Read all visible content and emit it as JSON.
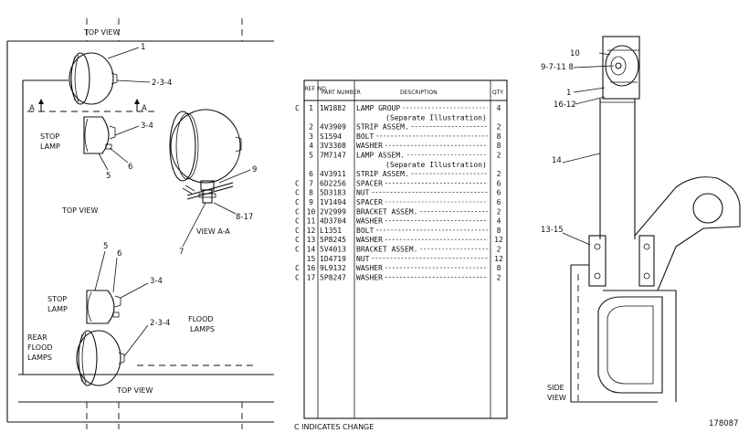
{
  "left_panel": {
    "labels": {
      "top_view_1": "TOP VIEW",
      "top_view_2": "TOP VIEW",
      "top_view_3": "TOP VIEW",
      "stop_lamp_1_line1": "STOP",
      "stop_lamp_1_line2": "LAMP",
      "stop_lamp_2_line1": "STOP",
      "stop_lamp_2_line2": "LAMP",
      "rear_flood_line1": "REAR",
      "rear_flood_line2": "FLOOD",
      "rear_flood_line3": "LAMPS",
      "flood_lamps_line1": "FLOOD",
      "flood_lamps_line2": "LAMPS",
      "view_aa": "VIEW A-A",
      "section_a_left": "A",
      "section_a_right": "A"
    },
    "callouts": {
      "c1": "1",
      "c234_top": "2-3-4",
      "c34_top": "3-4",
      "c5_top": "5",
      "c6_top": "6",
      "c9": "9",
      "c817": "8-17",
      "c7": "7",
      "c5_bot": "5",
      "c6_bot": "6",
      "c34_bot": "3-4",
      "c234_bot": "2-3-4"
    }
  },
  "parts_table": {
    "headers": {
      "ref": "REF. NO.",
      "part": "PART NUMBER",
      "desc": "DESCRIPTION",
      "qty": "QTY"
    },
    "rows": [
      {
        "c": "C",
        "ref": "1",
        "part": "1W1882",
        "desc": "LAMP GROUP",
        "qty": "4"
      },
      {
        "c": "",
        "ref": "",
        "part": "",
        "desc": "(Separate Illustration)",
        "qty": ""
      },
      {
        "c": "",
        "ref": "2",
        "part": "4V3909",
        "desc": "STRIP ASSEM.",
        "qty": "2"
      },
      {
        "c": "",
        "ref": "3",
        "part": "S1594",
        "desc": "BOLT",
        "qty": "8"
      },
      {
        "c": "",
        "ref": "4",
        "part": "3V3308",
        "desc": "WASHER",
        "qty": "8"
      },
      {
        "c": "",
        "ref": "5",
        "part": "7M7147",
        "desc": "LAMP ASSEM.",
        "qty": "2"
      },
      {
        "c": "",
        "ref": "",
        "part": "",
        "desc": "(Separate Illustration)",
        "qty": ""
      },
      {
        "c": "",
        "ref": "6",
        "part": "4V3911",
        "desc": "STRIP ASSEM.",
        "qty": "2"
      },
      {
        "c": "C",
        "ref": "7",
        "part": "6D2256",
        "desc": "SPACER",
        "qty": "6"
      },
      {
        "c": "C",
        "ref": "8",
        "part": "5D3183",
        "desc": "NUT",
        "qty": "6"
      },
      {
        "c": "C",
        "ref": "9",
        "part": "1V1494",
        "desc": "SPACER",
        "qty": "6"
      },
      {
        "c": "C",
        "ref": "10",
        "part": "2V2999",
        "desc": "BRACKET ASSEM.",
        "qty": "2"
      },
      {
        "c": "C",
        "ref": "11",
        "part": "4D3704",
        "desc": "WASHER",
        "qty": "4"
      },
      {
        "c": "C",
        "ref": "12",
        "part": "L1351",
        "desc": "BOLT",
        "qty": "8"
      },
      {
        "c": "C",
        "ref": "13",
        "part": "5P8245",
        "desc": "WASHER",
        "qty": "12"
      },
      {
        "c": "C",
        "ref": "14",
        "part": "5V4013",
        "desc": "BRACKET ASSEM.",
        "qty": "2"
      },
      {
        "c": "",
        "ref": "15",
        "part": "1D4719",
        "desc": "NUT",
        "qty": "12"
      },
      {
        "c": "C",
        "ref": "16",
        "part": "9L9132",
        "desc": "WASHER",
        "qty": "8"
      },
      {
        "c": "C",
        "ref": "17",
        "part": "5P8247",
        "desc": "WASHER",
        "qty": "2"
      }
    ],
    "footnote": "C INDICATES CHANGE"
  },
  "right_panel": {
    "callouts": {
      "c10": "10",
      "c97118": "9-7-11 8",
      "c1": "1",
      "c1612": "16-12",
      "c14": "14",
      "c1315": "13-15"
    },
    "side_view_line1": "SIDE",
    "side_view_line2": "VIEW",
    "figure_number": "178087"
  }
}
